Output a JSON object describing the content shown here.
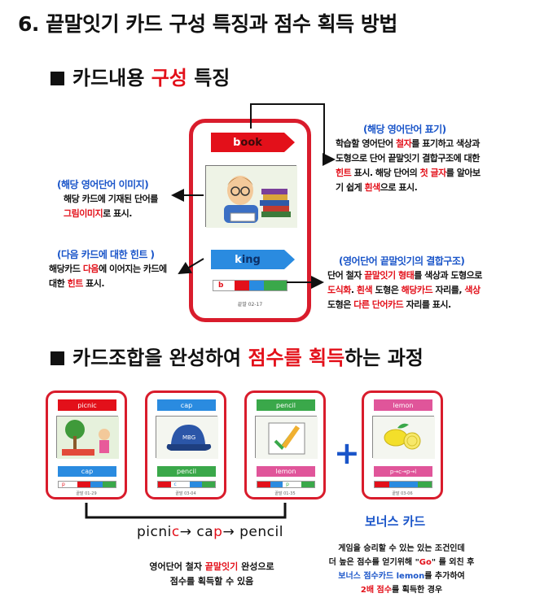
{
  "title": "6. 끝말잇기 카드 구성 특징과 점수 획득 방법",
  "section1": {
    "pre": "카드내용 ",
    "red": "구성",
    "post": " 특징"
  },
  "bigcard": {
    "top_word": "book",
    "top_first": "b",
    "top_rest": "ook",
    "hint_word": "king",
    "hint_first": "k",
    "hint_rest": "ing",
    "strip_letter": "b",
    "number": "끝말 02-17"
  },
  "note_tr": {
    "title": "(해당 영어단어 표기)",
    "l1a": "학습할 영어단어 ",
    "l1b": "철자",
    "l1c": "를 표기하고 색상과",
    "l2": "도형으로 단어 끝말잇기 결합구조에 대한",
    "l3a": "힌트",
    "l3b": " 표시. 해당 단어의 ",
    "l3c": "첫 글자",
    "l3d": "를 알아보",
    "l4a": "기 쉽게 ",
    "l4b": "흰색",
    "l4c": "으로 표시."
  },
  "note_ml": {
    "title": "(해당 영어단어  이미지)",
    "l1": "해당 카드에 기재된 단어를",
    "l2a": "그림이미지",
    "l2b": "로 표시."
  },
  "note_ll": {
    "title": "(다음 카드에 대한  힌트 )",
    "l1a": "해당카드 ",
    "l1b": "다음",
    "l1c": "에 이어지는 카드에",
    "l2a": "대한 ",
    "l2b": "힌트",
    "l2c": " 표시."
  },
  "note_br": {
    "title": "(영어단어 끝말잇기의 결합구조)",
    "l1a": "단어 철자 ",
    "l1b": "끝말잇기 형태",
    "l1c": "를 색상과 도형으로",
    "l2a": "도식화",
    "l2b": ".  ",
    "l2c": "흰색",
    "l2d": " 도형은 ",
    "l2e": "해당카드",
    "l2f": " 자리를, ",
    "l2g": "색상",
    "l3a": "도형은 ",
    "l3b": "다른 단어카드",
    "l3c": " 자리를 표시."
  },
  "section2": {
    "pre": "카드조합을 완성하여 ",
    "red": "점수를 획득",
    "post": "하는 과정"
  },
  "cards": [
    {
      "top": "picnic",
      "bottom": "cap",
      "letter": "p",
      "num": "끝말 01-29"
    },
    {
      "top": "cap",
      "bottom": "pencil",
      "letter": "c",
      "num": "끝말 03-04"
    },
    {
      "top": "pencil",
      "bottom": "lemon",
      "letter": "p",
      "num": "끝말 01-35"
    },
    {
      "top": "lemon",
      "bottom": "p→c→p→l",
      "letter": "",
      "num": "끝말 03-06"
    }
  ],
  "plus": "+",
  "chain": {
    "w1a": "picni",
    "w1b": "c",
    "arr1": "→ ",
    "w2a": "ca",
    "w2b": "p",
    "arr2": "→ ",
    "w3": "pencil"
  },
  "chain_caption": {
    "l1a": "영어단어 철자 ",
    "l1b": "끝말잇기",
    "l1c": " 완성으로",
    "l2": "점수를 획득할 수 있음"
  },
  "bonus": {
    "title": "보너스 카드",
    "l1": "게임을 승리할 수 있는 있는 조건인데",
    "l2a": "더 높은 점수를 얻기위해  \"",
    "l2b": "Go",
    "l2c": "\"  를 외친 후",
    "l3a": "보너스 점수카드  ",
    "l3b": "lemon",
    "l3c": "를 추가하여",
    "l4a": "2배 점수",
    "l4b": "를 획득한 경우"
  },
  "colors": {
    "red": "#e3101a",
    "blue": "#2a8be0",
    "green": "#3aa84a",
    "pink": "#e0559a",
    "card_border": "#d91c2c"
  }
}
